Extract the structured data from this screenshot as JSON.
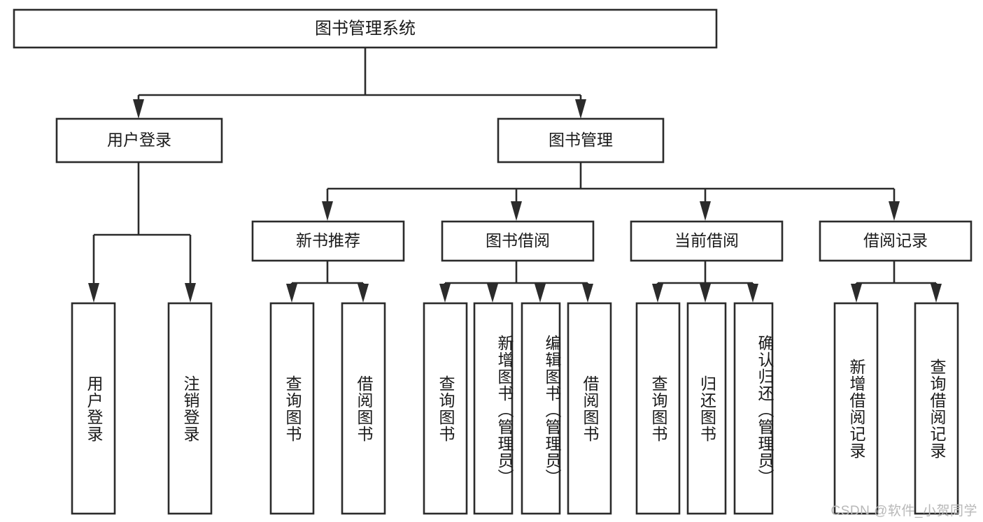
{
  "diagram": {
    "title": "图书管理系统",
    "type": "hierarchy-tree",
    "watermark": "CSDN @软件_小贺同学",
    "colors": {
      "box_stroke": "#2b2b2b",
      "box_fill": "#ffffff",
      "text": "#1a1a1a",
      "background": "#ffffff",
      "watermark": "#b8b8b8"
    },
    "levels": {
      "root": {
        "label": "图书管理系统"
      },
      "level2": [
        {
          "id": "user-login",
          "label": "用户登录"
        },
        {
          "id": "book-management",
          "label": "图书管理"
        }
      ],
      "level3": [
        {
          "id": "new-book-recommend",
          "label": "新书推荐",
          "parent": "book-management"
        },
        {
          "id": "book-borrow",
          "label": "图书借阅",
          "parent": "book-management"
        },
        {
          "id": "current-borrow",
          "label": "当前借阅",
          "parent": "book-management"
        },
        {
          "id": "borrow-record",
          "label": "借阅记录",
          "parent": "book-management"
        }
      ],
      "leaves": [
        {
          "id": "leaf-user-login",
          "label": "用户登录",
          "parent": "user-login"
        },
        {
          "id": "leaf-logout-login",
          "label": "注销登录",
          "parent": "user-login"
        },
        {
          "id": "leaf-query-book-1",
          "label": "查询图书",
          "parent": "new-book-recommend"
        },
        {
          "id": "leaf-borrow-book-1",
          "label": "借阅图书",
          "parent": "new-book-recommend"
        },
        {
          "id": "leaf-query-book-2",
          "label": "查询图书",
          "parent": "book-borrow"
        },
        {
          "id": "leaf-add-book",
          "label": "新增图书（管理员）",
          "parent": "book-borrow"
        },
        {
          "id": "leaf-edit-book",
          "label": "编辑图书（管理员）",
          "parent": "book-borrow"
        },
        {
          "id": "leaf-borrow-book-2",
          "label": "借阅图书",
          "parent": "book-borrow"
        },
        {
          "id": "leaf-query-book-3",
          "label": "查询图书",
          "parent": "current-borrow"
        },
        {
          "id": "leaf-return-book",
          "label": "归还图书",
          "parent": "current-borrow"
        },
        {
          "id": "leaf-confirm-return",
          "label": "确认归还（管理员）",
          "parent": "current-borrow"
        },
        {
          "id": "leaf-add-record",
          "label": "新增借阅记录",
          "parent": "borrow-record"
        },
        {
          "id": "leaf-query-record",
          "label": "查询借阅记录",
          "parent": "borrow-record"
        }
      ]
    }
  }
}
